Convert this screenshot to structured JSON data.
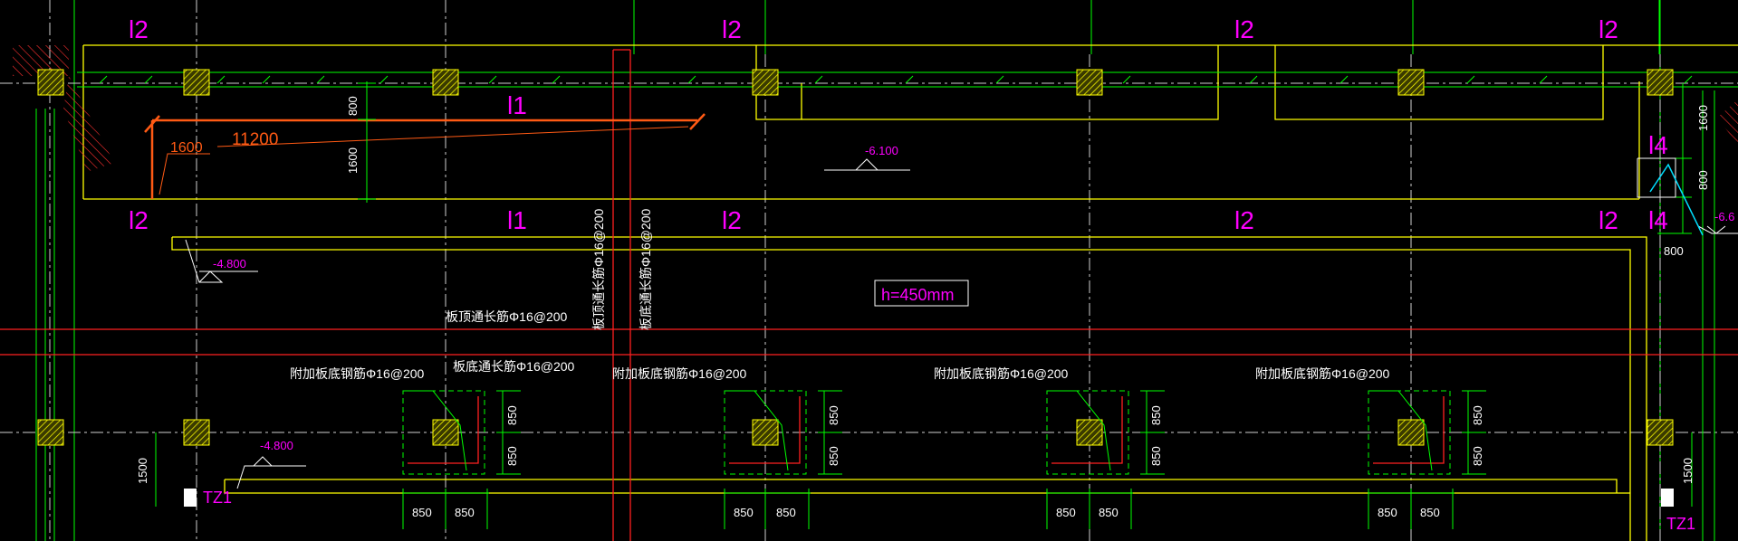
{
  "colors": {
    "background": "#000000",
    "grid_green": "#00ff00",
    "axis_white": "#d8d8d8",
    "outline_yellow": "#ffff00",
    "tag_magenta": "#ff00ff",
    "rebar_orange": "#ff5a14",
    "section_red": "#ff2020",
    "dim_green": "#00ff00",
    "note_white": "#ffffff"
  },
  "icons": {
    "column": "hatched-column-icon",
    "elevation": "elevation-marker-icon",
    "gap": "crack-hatch-icon"
  },
  "tags": {
    "l2": "l2",
    "l1": "l1",
    "l4": "l4",
    "tz1": "TZ1"
  },
  "elevations": {
    "e1": "-6.100",
    "e2": "-4.800",
    "e3": "-4.800",
    "e4": "-6.6"
  },
  "slab_note": "h=450mm",
  "rebar": {
    "top_main": "板顶通长筋Φ16@200",
    "bottom_main": "板底通长筋Φ16@200",
    "extra_bottom": "附加板底钢筋Φ16@200",
    "vertical_top": "板顶通长筋Φ16@200",
    "vertical_bottom": "板底通长筋Φ16@200",
    "length": "11200",
    "offset": "1600"
  },
  "dims": {
    "d800": "800",
    "d1600": "1600",
    "d850": "850",
    "d1500": "1500"
  }
}
